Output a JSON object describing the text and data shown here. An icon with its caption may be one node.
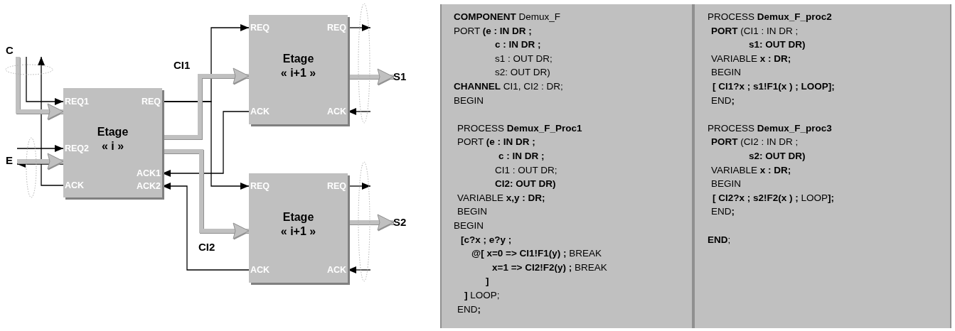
{
  "diagram": {
    "nodes": [
      {
        "text": [
          "Etage « i »"
        ]
      },
      {
        "text": [
          "REQ1"
        ],
        "in": 0
      },
      {
        "text": [
          "REQ2"
        ],
        "in": 0
      },
      {
        "text": [
          "ACK"
        ],
        "in": 0
      },
      {
        "text": [
          "REQ"
        ],
        "in": 0
      },
      {
        "text": [
          "ACK1"
        ],
        "in": 0
      },
      {
        "text": [
          "ACK2"
        ],
        "in": 0
      },
      {
        "text": [
          "Etage « i+1 »"
        ]
      },
      {
        "text": [
          "REQ"
        ],
        "in": 7
      },
      {
        "text": [
          "REQ"
        ],
        "in": 7
      },
      {
        "text": [
          "ACK"
        ],
        "in": 7
      },
      {
        "text": [
          "ACK"
        ],
        "in": 7
      },
      {
        "text": [
          "Etage « i+1 »"
        ]
      },
      {
        "text": [
          "REQ"
        ],
        "in": 12
      },
      {
        "text": [
          "REQ"
        ],
        "in": 12
      },
      {
        "text": [
          "ACK"
        ],
        "in": 12
      },
      {
        "text": [
          "ACK"
        ],
        "in": 12
      },
      {
        "text": [
          "C"
        ]
      },
      {
        "text": [
          "E"
        ]
      },
      {
        "text": [
          "S1"
        ]
      },
      {
        "text": [
          "S2"
        ]
      },
      {
        "text": [
          "**COMPONENT** Demux_F",
          "PORT **(e : IN DR ;**",
          "c : IN DR ;",
          "s1 : OUT DR;",
          "s2: OUT DR)",
          "**CHANNEL** CI1, CI2 : DR;",
          "BEGIN",
          "PROCESS **Demux_F_Proc1**",
          "PORT **(e : IN DR ;**",
          "c : IN DR ;",
          "CI1 : OUT DR;",
          "CI2: OUT DR)",
          "VARIABLE **x,y : DR;**",
          "BEGIN",
          "BEGIN",
          "[c?x ; e?y ;",
          "**@[ x=0 => CI1!F1(y) ;** BREAK",
          "**x=1 => CI2!F2(y) ;** BREAK",
          "]",
          "**]** LOOP;",
          "END**;**"
        ]
      },
      {
        "text": [
          "PROCESS **Demux_F_proc2**",
          "**PORT** (CI1 : IN DR ;",
          "s1: OUT DR)",
          "VARIABLE **x : DR;**",
          "BEGIN",
          "[ CI1?x ; s1!F1(x ) ; LOOP];",
          "END**;**",
          "PROCESS **Demux_F_proc3**",
          "**PORT** (CI2 : IN DR ;",
          "s2: OUT DR)",
          "VARIABLE **x : DR;**",
          "BEGIN",
          "**[ CI2?x ; s2!F2(x ) ;** LOOP**];**",
          "END**;**",
          "**END**;"
        ]
      },
      {
        "text": [],
        "shape": "ellipse"
      },
      {
        "text": [],
        "shape": "ellipse"
      },
      {
        "text": [],
        "shape": "ellipse"
      },
      {
        "text": [],
        "shape": "ellipse"
      }
    ],
    "edges": [
      {
        "from": 17,
        "to": 1,
        "arrow": "to"
      },
      {
        "from": 18,
        "to": 2,
        "arrow": "to"
      },
      {
        "from": 3,
        "to": 18,
        "arrow": "to"
      },
      {
        "from": 3,
        "to": 17,
        "arrow": "to"
      },
      {
        "from": 17,
        "to": 0,
        "arrow": "to",
        "style": "thick",
        "color": "#c0c0c0"
      },
      {
        "from": 18,
        "to": 0,
        "arrow": "to",
        "style": "thick",
        "color": "#c0c0c0"
      },
      {
        "from": 4,
        "to": 8,
        "arrow": "to"
      },
      {
        "from": 4,
        "to": 13,
        "arrow": "to"
      },
      {
        "from": 10,
        "to": 5,
        "arrow": "to"
      },
      {
        "from": 15,
        "to": 6,
        "arrow": "to"
      },
      {
        "from": 9,
        "to": 25,
        "arrow": "to"
      },
      {
        "from": 14,
        "to": 26,
        "arrow": "to"
      },
      {
        "from": 25,
        "to": 11,
        "arrow": "to"
      },
      {
        "from": 26,
        "to": 16,
        "arrow": "to"
      },
      {
        "from": 0,
        "to": 7,
        "arrow": "to",
        "label": "CI1",
        "style": "thick",
        "color": "#c0c0c0"
      },
      {
        "from": 0,
        "to": 12,
        "arrow": "to",
        "label": "CI2",
        "style": "thick",
        "color": "#c0c0c0"
      },
      {
        "from": 7,
        "to": 19,
        "arrow": "to",
        "style": "thick",
        "color": "#c0c0c0"
      },
      {
        "from": 12,
        "to": 20,
        "arrow": "to",
        "style": "thick",
        "color": "#c0c0c0"
      }
    ]
  }
}
